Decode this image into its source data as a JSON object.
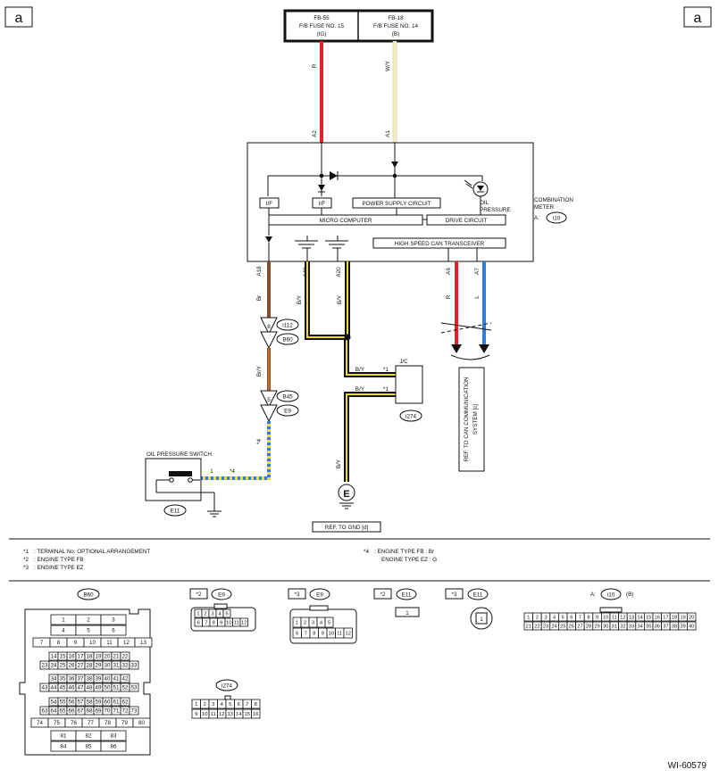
{
  "corner_labels": [
    "a",
    "a"
  ],
  "fuses": [
    {
      "line1": "FB-55",
      "line2": "F/B FUSE NO. 15",
      "line3": "(IG)",
      "wire_color_code": "R",
      "pin": "A2"
    },
    {
      "line1": "FB-18",
      "line2": "F/B FUSE NO. 14",
      "line3": "(B)",
      "wire_color_code": "W/Y",
      "pin": "A1"
    }
  ],
  "meter": {
    "name_line1": "COMBINATION",
    "name_line2": "METER",
    "connector_prefix": "A:",
    "connector": "i10",
    "if_left": "I/F",
    "if_mid": "I/F",
    "power_supply": "POWER SUPPLY CIRCUIT",
    "micro_computer": "MICRO COMPUTER",
    "drive_circuit": "DRIVE CIRCUIT",
    "can_transceiver": "HIGH SPEED CAN TRANSCEIVER",
    "oil_label_1": "OIL",
    "oil_label_2": "PRESSURE"
  },
  "pins": {
    "a18": "A18",
    "a40": "A40",
    "a20": "A20",
    "a6": "A6",
    "a7": "A7"
  },
  "wire_colors": {
    "red": "#e8202a",
    "white_yellow": "#f4f0c4",
    "brown": "#8a4b2a",
    "black": "#111111",
    "yellow": "#f2dc1e",
    "blue": "#2f7fd8",
    "orange": "#e3801f"
  },
  "wire_labels": {
    "br": "Br",
    "by1": "B/Y",
    "by2": "B/Y",
    "r": "R",
    "l": "L",
    "bry": "Br/Y",
    "star4": "*4",
    "by_jc1": "B/Y",
    "by_jc2": "B/Y",
    "by_gnd": "B/Y",
    "star1a": "*1",
    "star1b": "*1",
    "pin1": "1",
    "star4b": "*4"
  },
  "connectors": {
    "i112": "i112",
    "b60": "B60",
    "b45": "B45",
    "e9": "E9",
    "jc": "J/C",
    "i274": "i274",
    "e11": "E11",
    "ground": "E",
    "pin8": "8",
    "pin5": "5"
  },
  "switch_label": "OIL PRESSURE SWITCH",
  "ref_gnd": "REF. TO GND [d]",
  "ref_can_1": "REF. TO CAN COMMUNICATION",
  "ref_can_2": "SYSTEM [c]",
  "notes": [
    {
      "mark": "*1",
      "text": ": TERMINAL No. OPTIONAL ARRANGEMENT"
    },
    {
      "mark": "*2",
      "text": ": ENGINE TYPE FB"
    },
    {
      "mark": "*3",
      "text": ": ENGINE TYPE EZ"
    }
  ],
  "note4": {
    "mark": "*4",
    "line1": ": ENGINE TYPE FB : Br",
    "line2": "ENGINE TYPE EZ : G"
  },
  "views": {
    "b60_title": "B60",
    "e9_fb_mark": "*2",
    "e9_fb_name": "E9",
    "e9_ez_mark": "*3",
    "e9_ez_name": "E9",
    "e11_fb_mark": "*2",
    "e11_fb_name": "E11",
    "e11_ez_mark": "*3",
    "e11_ez_name": "E11",
    "i10_prefix": "A:",
    "i10_name": "i10",
    "i10_suffix": "(B)",
    "i274_name": "i274",
    "e11_fb_pin": "1",
    "e11_ez_pin": "1"
  },
  "b60_rows": [
    [
      "1",
      "2",
      "3"
    ],
    [
      "4",
      "5",
      "6"
    ],
    [
      "7",
      "8",
      "9",
      "10",
      "11",
      "12",
      "13"
    ],
    [
      "14",
      "15",
      "16",
      "17",
      "18",
      "19",
      "20",
      "21",
      "22"
    ],
    [
      "23",
      "24",
      "25",
      "26",
      "27",
      "28",
      "29",
      "30",
      "31",
      "32",
      "33"
    ],
    [
      "34",
      "35",
      "36",
      "37",
      "38",
      "39",
      "40",
      "41",
      "42"
    ],
    [
      "43",
      "44",
      "45",
      "46",
      "47",
      "48",
      "49",
      "50",
      "51",
      "52",
      "53"
    ],
    [
      "54",
      "55",
      "56",
      "57",
      "58",
      "59",
      "60",
      "61",
      "62"
    ],
    [
      "63",
      "64",
      "65",
      "66",
      "67",
      "68",
      "69",
      "70",
      "71",
      "72",
      "73"
    ],
    [
      "74",
      "75",
      "76",
      "77",
      "78",
      "79",
      "80"
    ],
    [
      "81",
      "82",
      "83"
    ],
    [
      "84",
      "85",
      "86"
    ]
  ],
  "e9_fb_rows": [
    [
      "1",
      "2",
      "3",
      "4",
      "5"
    ],
    [
      "6",
      "7",
      "8",
      "9",
      "10",
      "11",
      "12"
    ]
  ],
  "e9_ez_rows": [
    [
      "1",
      "2",
      "3",
      "4",
      "5"
    ],
    [
      "6",
      "7",
      "8",
      "9",
      "10",
      "11",
      "12"
    ]
  ],
  "i10_rows": [
    [
      "1",
      "2",
      "3",
      "4",
      "5",
      "6",
      "7",
      "8",
      "9",
      "10",
      "11",
      "12",
      "13",
      "14",
      "15",
      "16",
      "17",
      "18",
      "19",
      "20"
    ],
    [
      "21",
      "22",
      "23",
      "24",
      "25",
      "26",
      "27",
      "28",
      "29",
      "30",
      "31",
      "32",
      "33",
      "34",
      "35",
      "36",
      "37",
      "38",
      "39",
      "40"
    ]
  ],
  "i274_rows": [
    [
      "1",
      "2",
      "3",
      "4",
      "5",
      "6",
      "7",
      "8"
    ],
    [
      "9",
      "10",
      "11",
      "12",
      "13",
      "14",
      "15",
      "16"
    ]
  ],
  "figure_code": "WI-60579"
}
